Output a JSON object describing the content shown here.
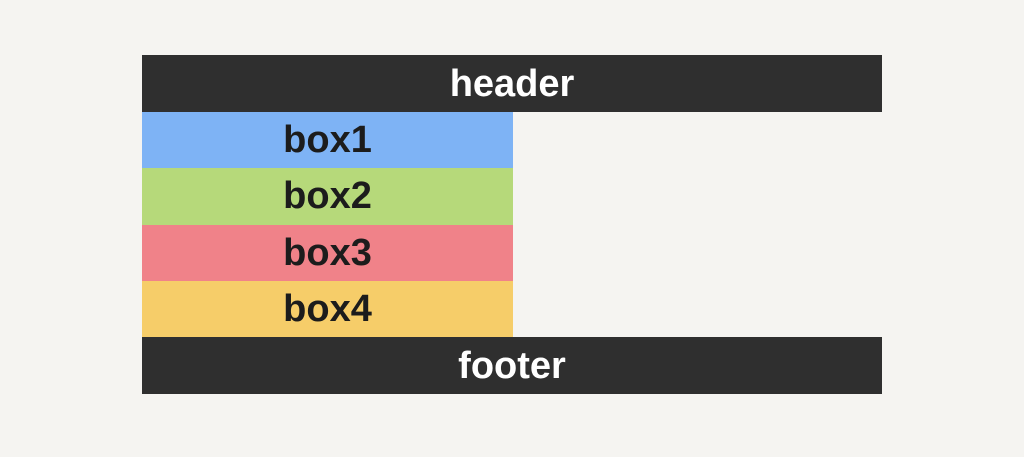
{
  "page": {
    "background_color": "#f5f4f1"
  },
  "layout": {
    "header": {
      "label": "header",
      "background_color": "#2f2f2f",
      "text_color": "#ffffff"
    },
    "footer": {
      "label": "footer",
      "background_color": "#2f2f2f",
      "text_color": "#ffffff"
    },
    "boxes": [
      {
        "label": "box1",
        "color": "#7eb3f5",
        "text_color": "#1c1c1c"
      },
      {
        "label": "box2",
        "color": "#b6d97a",
        "text_color": "#1c1c1c"
      },
      {
        "label": "box3",
        "color": "#f08289",
        "text_color": "#1c1c1c"
      },
      {
        "label": "box4",
        "color": "#f6cd69",
        "text_color": "#1c1c1c"
      }
    ]
  }
}
